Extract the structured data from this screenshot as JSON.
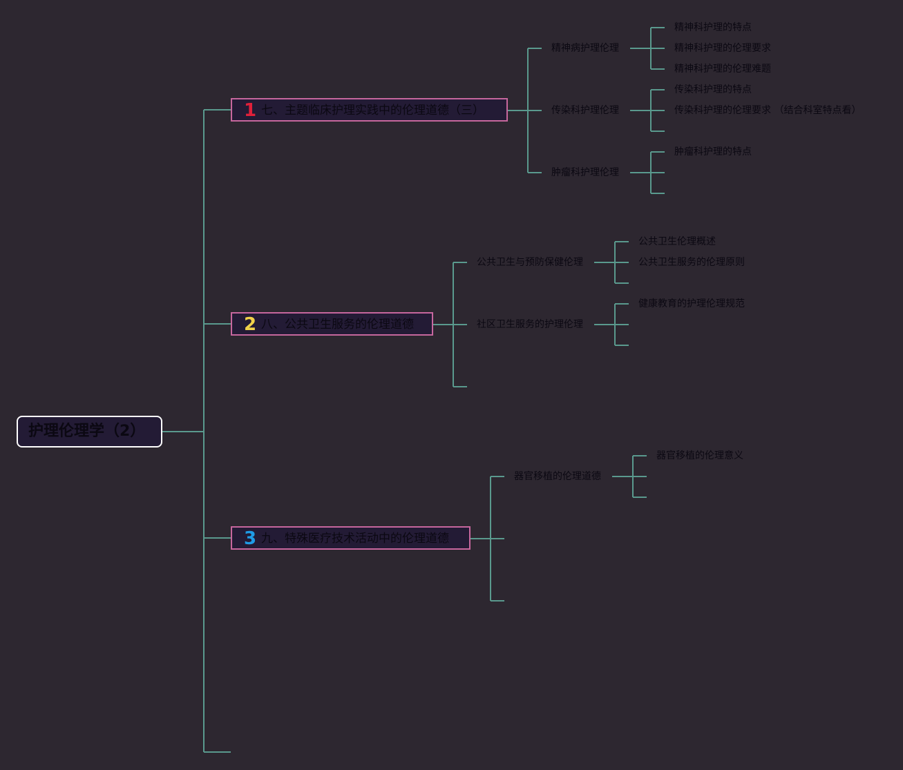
{
  "root": {
    "label": "护理伦理学（2）"
  },
  "topics": [
    {
      "number": "1",
      "number_color": "#e0203a",
      "label": "七、主题临床护理实践中的伦理道德（三）",
      "children": [
        {
          "label": "精神病护理伦理",
          "children": [
            "精神科护理的特点",
            "精神科护理的伦理要求",
            "精神科护理的伦理难题"
          ]
        },
        {
          "label": "传染科护理伦理",
          "children": [
            "传染科护理的特点",
            "传染科护理的伦理要求 （结合科室特点看）"
          ]
        },
        {
          "label": "肿瘤科护理伦理",
          "children": [
            "肿瘤科护理的特点"
          ]
        }
      ]
    },
    {
      "number": "2",
      "number_color": "#f1d24a",
      "label": "八、公共卫生服务的伦理道德",
      "children": [
        {
          "label": "公共卫生与预防保健伦理",
          "children": [
            "公共卫生伦理概述",
            "公共卫生服务的伦理原则"
          ]
        },
        {
          "label": "社区卫生服务的护理伦理",
          "children": [
            "健康教育的护理伦理规范"
          ]
        }
      ]
    },
    {
      "number": "3",
      "number_color": "#1f9be6",
      "label": "九、特殊医疗技术活动中的伦理道德",
      "children": [
        {
          "label": "器官移植的伦理道德",
          "children": [
            "器官移植的伦理意义"
          ]
        }
      ]
    }
  ],
  "colors": {
    "background": "#2d2730",
    "connector": "#5a9a8e",
    "topic_border": "#c7679e",
    "root_border": "#ffffff",
    "node_fill": "#231b35"
  }
}
